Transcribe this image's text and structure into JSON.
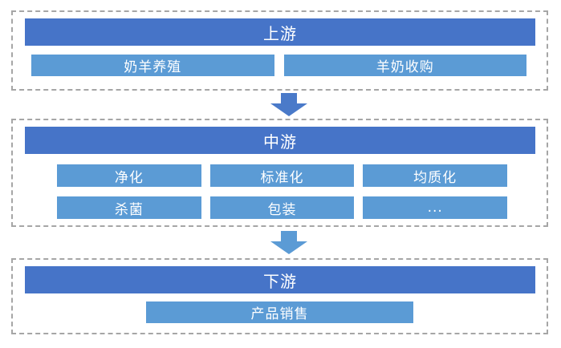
{
  "colors": {
    "section_header_bar": "#4674C8",
    "item_box": "#5B9BD5",
    "arrow_top": "#4A7AC9",
    "arrow_bottom": "#5B9BD5",
    "dashed_border": "#A6A6A6",
    "text": "#FFFFFF",
    "background": "#FFFFFF"
  },
  "sections": [
    {
      "title": "上游",
      "items": [
        [
          "奶羊养殖",
          "羊奶收购"
        ]
      ]
    },
    {
      "title": "中游",
      "items": [
        [
          "净化",
          "标准化",
          "均质化"
        ],
        [
          "杀菌",
          "包装",
          "..."
        ]
      ]
    },
    {
      "title": "下游",
      "items": [
        [
          "产品销售"
        ]
      ]
    }
  ],
  "arrows": [
    {
      "icon": "down-arrow-icon",
      "color": "#4A7AC9"
    },
    {
      "icon": "down-arrow-icon",
      "color": "#5B9BD5"
    }
  ]
}
